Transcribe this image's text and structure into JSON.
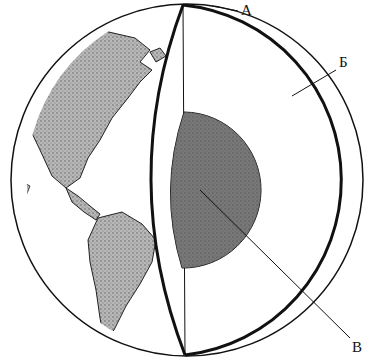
{
  "diagram": {
    "labels": [
      "А",
      "Б",
      "В"
    ]
  }
}
